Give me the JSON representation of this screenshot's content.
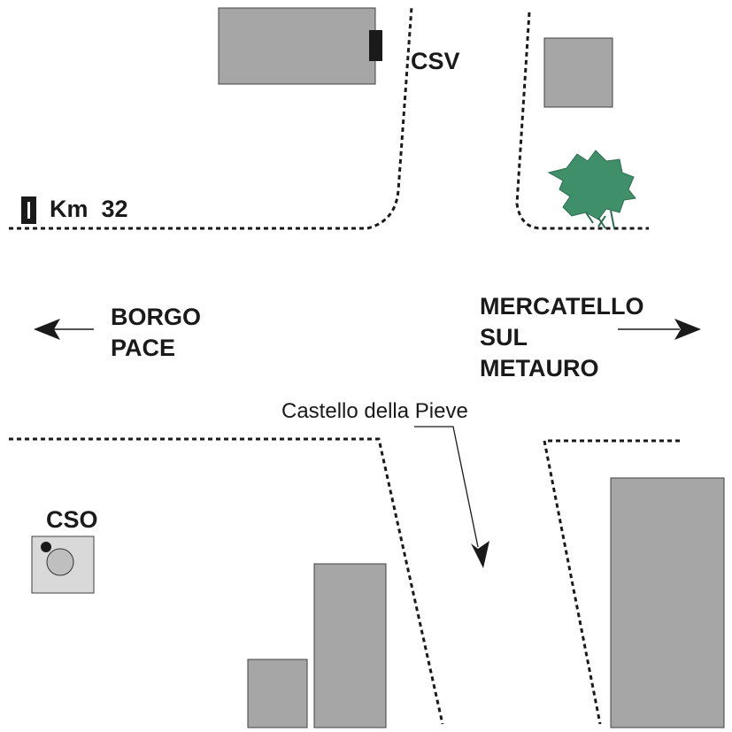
{
  "labels": {
    "csv": "CSV",
    "km": "Km  32",
    "borgo_pace": [
      "BORGO",
      "PACE"
    ],
    "mercatello": [
      "MERCATELLO",
      "SUL",
      "METAURO"
    ],
    "castello": "Castello della Pieve",
    "cso": "CSO"
  },
  "colors": {
    "building": "#a6a6a6",
    "cso_box": "#d9d9d9",
    "tree": "#3f8f6b",
    "ink": "#1a1a1a"
  },
  "icons": [
    "arrow-left-icon",
    "arrow-right-icon",
    "tree-icon",
    "signpost-icon",
    "camera-icon"
  ]
}
